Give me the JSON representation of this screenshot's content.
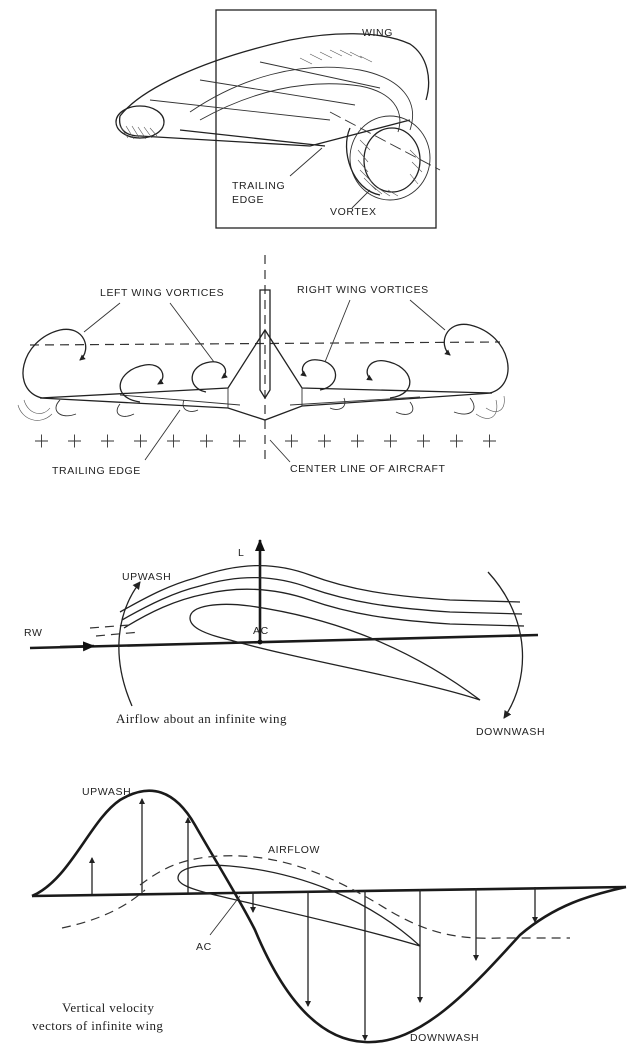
{
  "figure1": {
    "wing": "WING",
    "trailing_edge_1": "TRAILING",
    "trailing_edge_2": "EDGE",
    "vortex": "VORTEX"
  },
  "figure2": {
    "left_wing_vortices": "LEFT WING VORTICES",
    "right_wing_vortices": "RIGHT WING VORTICES",
    "trailing_edge": "TRAILING EDGE",
    "center_line": "CENTER LINE OF AIRCRAFT"
  },
  "figure3": {
    "lift": "L",
    "upwash": "UPWASH",
    "relative_wind": "RW",
    "aerodynamic_center": "AC",
    "downwash": "DOWNWASH",
    "caption": "Airflow  about  an  infinite  wing"
  },
  "figure4": {
    "upwash": "UPWASH",
    "airflow": "AIRFLOW",
    "aerodynamic_center": "AC",
    "downwash": "DOWNWASH",
    "caption_line1": "Vertical  velocity",
    "caption_line2": "vectors  of  infinite  wing"
  }
}
